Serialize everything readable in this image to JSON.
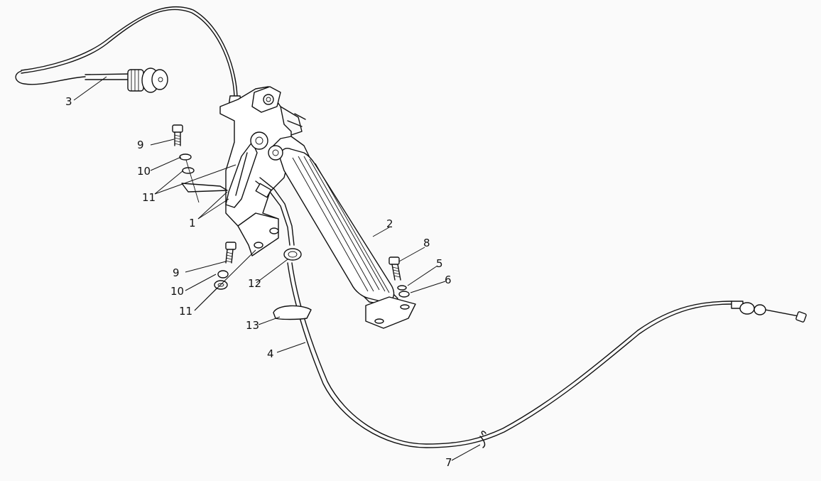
{
  "callouts": {
    "c1": "1",
    "c2": "2",
    "c3": "3",
    "c4": "4",
    "c5": "5",
    "c6": "6",
    "c7": "7",
    "c8": "8",
    "c9a": "9",
    "c9b": "9",
    "c10a": "10",
    "c10b": "10",
    "c11a": "11",
    "c11b": "11",
    "c12": "12",
    "c13": "13"
  }
}
